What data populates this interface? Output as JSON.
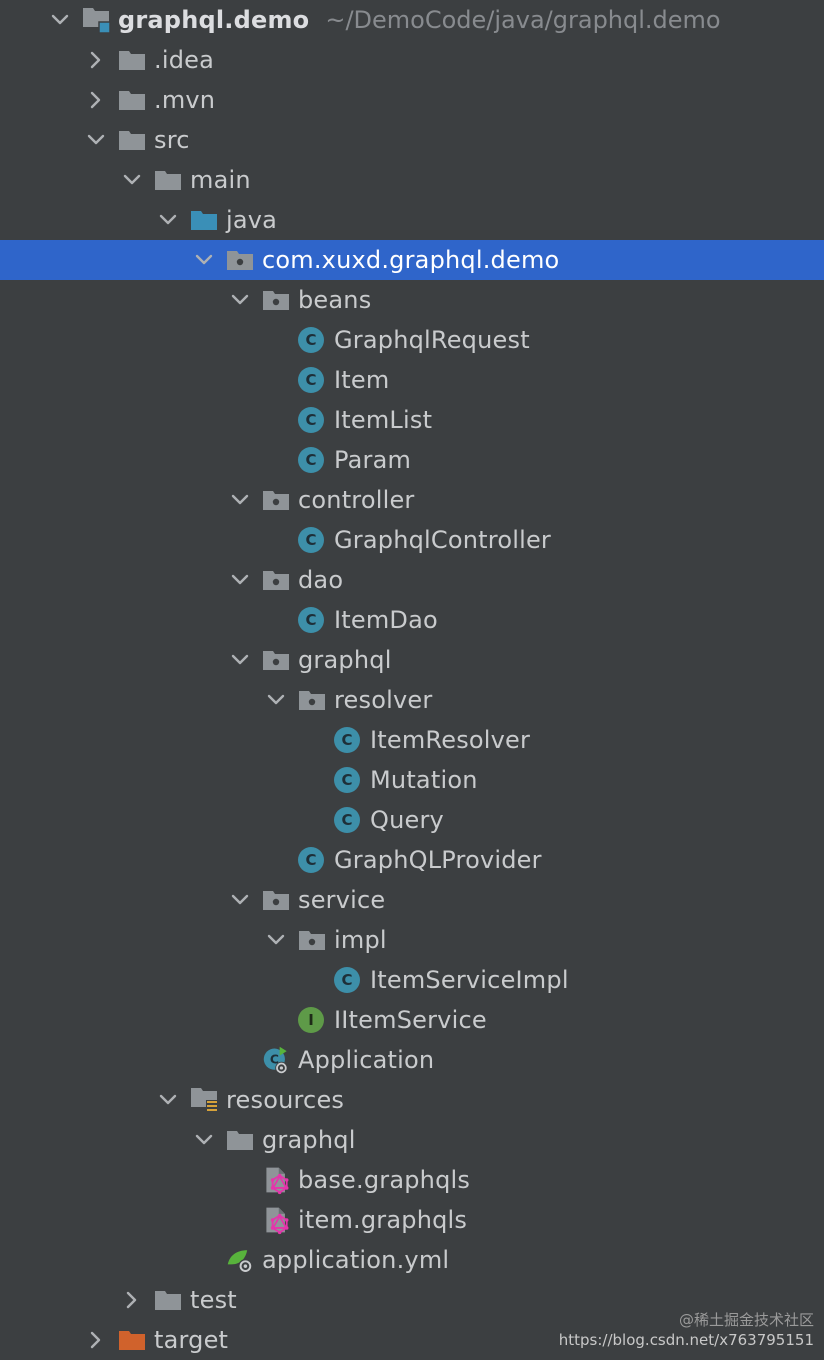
{
  "project": {
    "name": "graphql.demo",
    "path": "~/DemoCode/java/graphql.demo"
  },
  "tree": [
    {
      "label": "graphql.demo",
      "depth": 0,
      "expanded": true,
      "icon": "project-module-icon",
      "bold": true
    },
    {
      "label": ".idea",
      "depth": 1,
      "expanded": false,
      "icon": "folder-icon"
    },
    {
      "label": ".mvn",
      "depth": 1,
      "expanded": false,
      "icon": "folder-icon"
    },
    {
      "label": "src",
      "depth": 1,
      "expanded": true,
      "icon": "folder-icon"
    },
    {
      "label": "main",
      "depth": 2,
      "expanded": true,
      "icon": "folder-icon"
    },
    {
      "label": "java",
      "depth": 3,
      "expanded": true,
      "icon": "source-root-folder-icon"
    },
    {
      "label": "com.xuxd.graphql.demo",
      "depth": 4,
      "expanded": true,
      "icon": "package-icon",
      "selected": true
    },
    {
      "label": "beans",
      "depth": 5,
      "expanded": true,
      "icon": "package-icon"
    },
    {
      "label": "GraphqlRequest",
      "depth": 6,
      "icon": "class-icon"
    },
    {
      "label": "Item",
      "depth": 6,
      "icon": "class-icon"
    },
    {
      "label": "ItemList",
      "depth": 6,
      "icon": "class-icon"
    },
    {
      "label": "Param",
      "depth": 6,
      "icon": "class-icon"
    },
    {
      "label": "controller",
      "depth": 5,
      "expanded": true,
      "icon": "package-icon"
    },
    {
      "label": "GraphqlController",
      "depth": 6,
      "icon": "class-icon"
    },
    {
      "label": "dao",
      "depth": 5,
      "expanded": true,
      "icon": "package-icon"
    },
    {
      "label": "ItemDao",
      "depth": 6,
      "icon": "class-icon"
    },
    {
      "label": "graphql",
      "depth": 5,
      "expanded": true,
      "icon": "package-icon"
    },
    {
      "label": "resolver",
      "depth": 6,
      "expanded": true,
      "icon": "package-icon"
    },
    {
      "label": "ItemResolver",
      "depth": 7,
      "icon": "class-icon"
    },
    {
      "label": "Mutation",
      "depth": 7,
      "icon": "class-icon"
    },
    {
      "label": "Query",
      "depth": 7,
      "icon": "class-icon"
    },
    {
      "label": "GraphQLProvider",
      "depth": 6,
      "icon": "class-icon"
    },
    {
      "label": "service",
      "depth": 5,
      "expanded": true,
      "icon": "package-icon"
    },
    {
      "label": "impl",
      "depth": 6,
      "expanded": true,
      "icon": "package-icon"
    },
    {
      "label": "ItemServiceImpl",
      "depth": 7,
      "icon": "class-icon"
    },
    {
      "label": "IItemService",
      "depth": 6,
      "icon": "interface-icon"
    },
    {
      "label": "Application",
      "depth": 5,
      "icon": "spring-app-class-icon"
    },
    {
      "label": "resources",
      "depth": 3,
      "expanded": true,
      "icon": "resources-folder-icon"
    },
    {
      "label": "graphql",
      "depth": 4,
      "expanded": true,
      "icon": "folder-icon"
    },
    {
      "label": "base.graphqls",
      "depth": 5,
      "icon": "graphql-file-icon"
    },
    {
      "label": "item.graphqls",
      "depth": 5,
      "icon": "graphql-file-icon"
    },
    {
      "label": "application.yml",
      "depth": 4,
      "icon": "spring-yml-icon"
    },
    {
      "label": "test",
      "depth": 2,
      "expanded": false,
      "icon": "folder-icon"
    },
    {
      "label": "target",
      "depth": 1,
      "expanded": false,
      "icon": "excluded-folder-icon"
    }
  ],
  "watermark": {
    "line1": "@稀土掘金技术社区",
    "line2": "https://blog.csdn.net/x763795151"
  },
  "colors": {
    "background": "#3c3f41",
    "selection": "#2f65ca",
    "folder": "#8f9498",
    "source_folder": "#3a8fb7",
    "class": "#3d8fa9",
    "interface": "#5e9a48",
    "excluded": "#d0622c"
  }
}
